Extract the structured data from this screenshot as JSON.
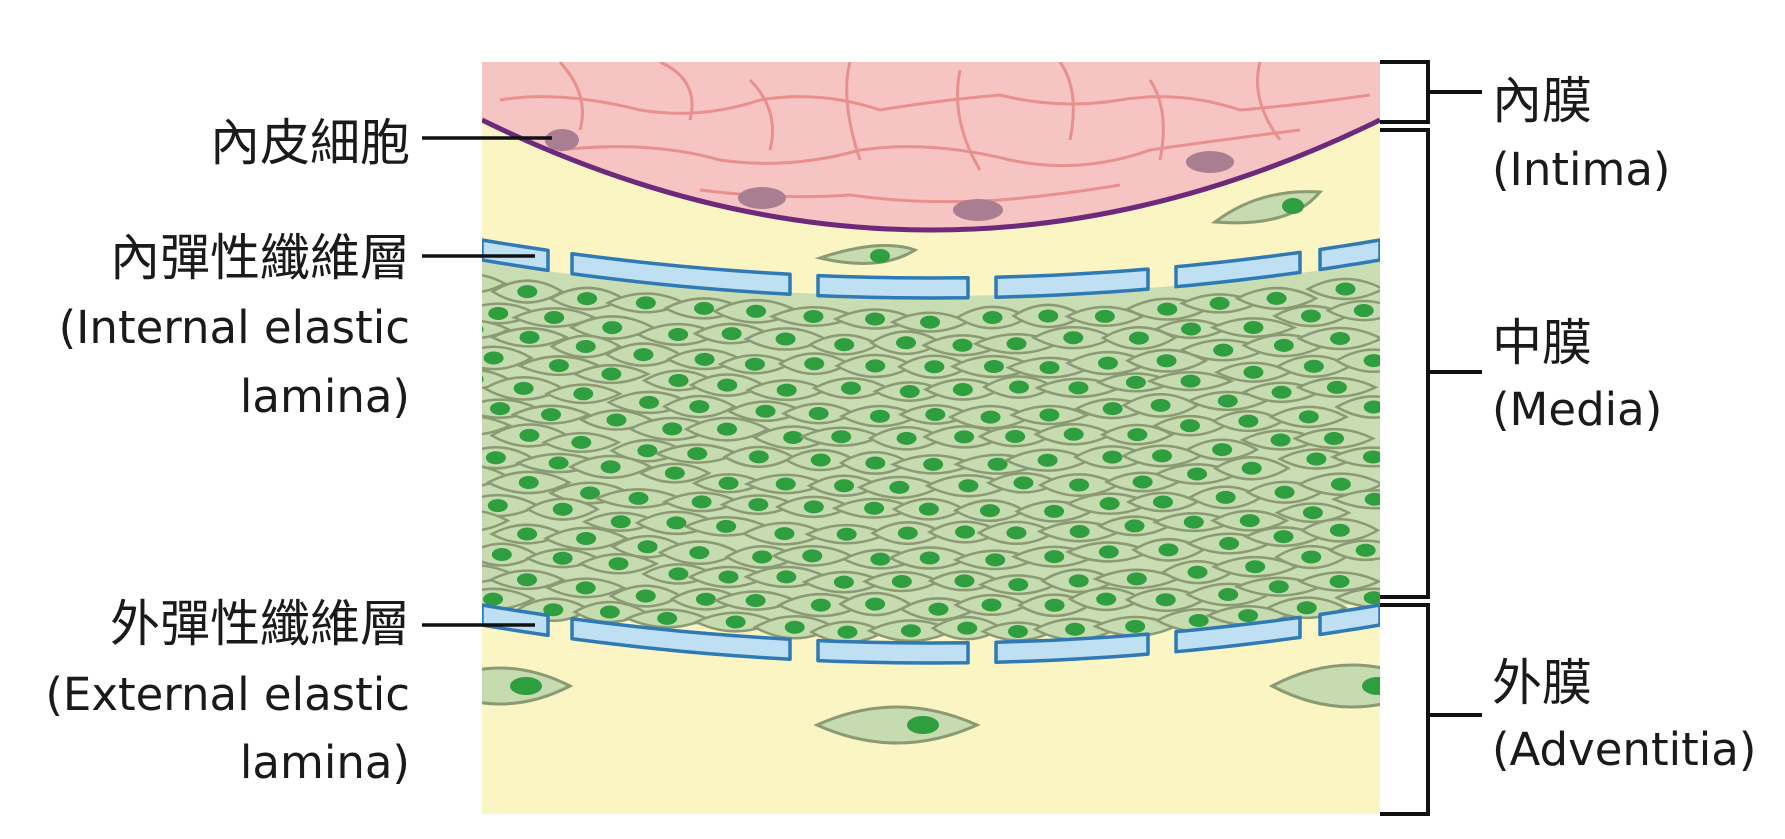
{
  "left_labels": {
    "endothelial": {
      "zh": "內皮細胞"
    },
    "internal_elastic": {
      "zh": "內彈性纖維層",
      "en_line1": "(Internal elastic",
      "en_line2": "lamina)"
    },
    "external_elastic": {
      "zh": "外彈性纖維層",
      "en_line1": "(External elastic",
      "en_line2": "lamina)"
    }
  },
  "right_labels": {
    "intima": {
      "zh": "內膜",
      "en": "(Intima)"
    },
    "media": {
      "zh": "中膜",
      "en": "(Media)"
    },
    "adventitia": {
      "zh": "外膜",
      "en": "(Adventitia)"
    }
  },
  "colors": {
    "background_tissue": "#fbf5c4",
    "endothelium": "#f6c4c2",
    "endothelium_outline": "#e8908e",
    "basement_membrane": "#6e2a7a",
    "elastic_fill": "#bfe0f2",
    "elastic_outline": "#2f79b5",
    "smooth_muscle": "#c6dbb0",
    "smooth_muscle_outline": "#8a9a73",
    "nucleus_green": "#2e9e3e",
    "nucleus_mauve": "#a97e90"
  }
}
